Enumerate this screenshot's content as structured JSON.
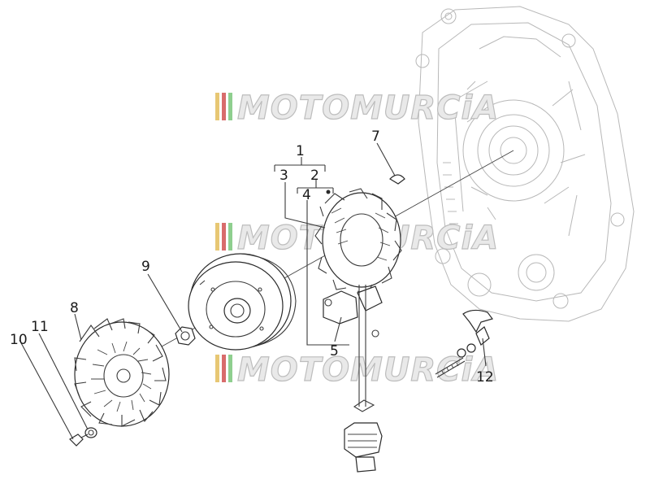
{
  "watermark": {
    "text": "MOTOMURCiA",
    "bar_colors": [
      "#e7c774",
      "#d96c6c",
      "#8fcf8f"
    ]
  },
  "callouts": [
    {
      "id": "1",
      "label": "1"
    },
    {
      "id": "2",
      "label": "2"
    },
    {
      "id": "3",
      "label": "3"
    },
    {
      "id": "4",
      "label": "4"
    },
    {
      "id": "5",
      "label": "5"
    },
    {
      "id": "7",
      "label": "7"
    },
    {
      "id": "8",
      "label": "8"
    },
    {
      "id": "9",
      "label": "9"
    },
    {
      "id": "10",
      "label": "10"
    },
    {
      "id": "11",
      "label": "11"
    },
    {
      "id": "12",
      "label": "12"
    }
  ]
}
